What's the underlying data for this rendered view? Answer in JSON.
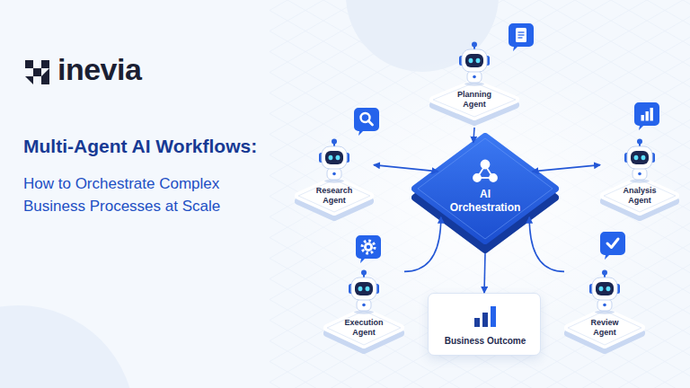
{
  "diagram": {
    "title": "Multi-Agent AI Workflows:",
    "caption": "How to Orchestrate Complex Business Processes at Scale",
    "nodes": [
      {
        "text": [
          "Planning Agent"
        ]
      },
      {
        "text": [
          "Research Agent"
        ]
      },
      {
        "text": [
          "AI Orchestration"
        ]
      },
      {
        "text": [
          "Analysis Agent"
        ]
      },
      {
        "text": [
          "Execution Agent"
        ]
      },
      {
        "text": [
          "Business Outcome"
        ]
      },
      {
        "text": [
          "Review Agent"
        ]
      }
    ],
    "edges": [
      {
        "from": 0,
        "to": 2,
        "arrow": "to"
      },
      {
        "from": 1,
        "to": 2,
        "arrow": "both"
      },
      {
        "from": 3,
        "to": 2,
        "arrow": "both"
      },
      {
        "from": 4,
        "to": 2,
        "arrow": "to"
      },
      {
        "from": 2,
        "to": 5,
        "arrow": "to"
      },
      {
        "from": 6,
        "to": 2,
        "arrow": "to"
      }
    ],
    "labels": [
      "inevia"
    ]
  }
}
